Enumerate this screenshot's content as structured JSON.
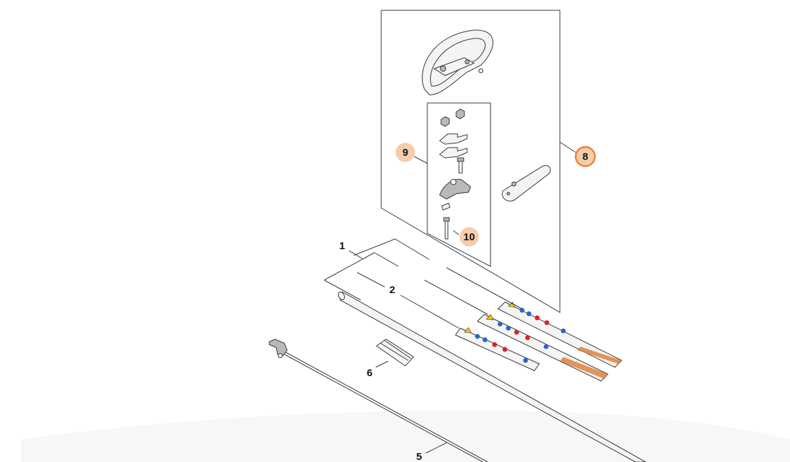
{
  "callouts": [
    {
      "id": "1",
      "label": "1",
      "highlighted": false
    },
    {
      "id": "2",
      "label": "2",
      "highlighted": false
    },
    {
      "id": "5",
      "label": "5",
      "highlighted": false
    },
    {
      "id": "6",
      "label": "6",
      "highlighted": false
    },
    {
      "id": "8",
      "label": "8",
      "highlighted": true
    },
    {
      "id": "9",
      "label": "9",
      "highlighted": true
    },
    {
      "id": "10",
      "label": "10",
      "highlighted": true
    }
  ],
  "colors": {
    "hotspot_fill": "#f6ccaa",
    "selected_ring": "#e8843c",
    "accent_orange": "#e07b2e",
    "line": "#333333"
  }
}
